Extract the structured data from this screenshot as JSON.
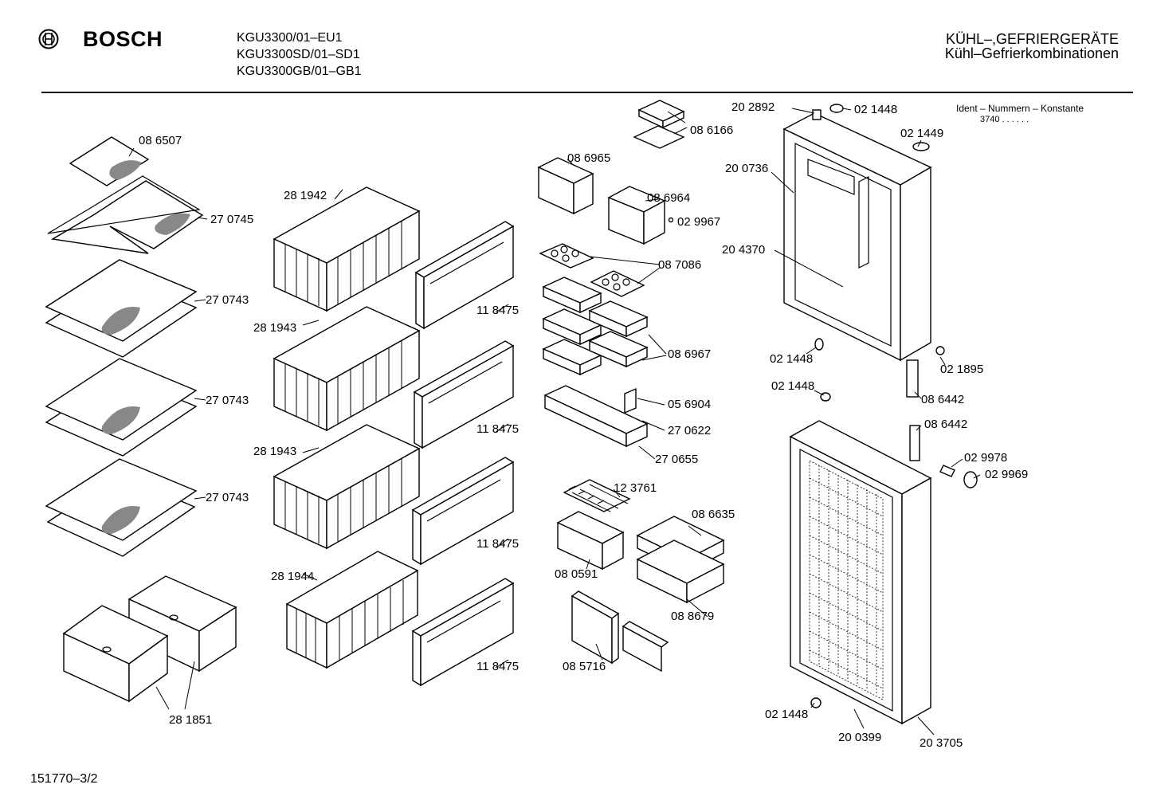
{
  "header": {
    "brand": "BOSCH",
    "models": [
      "KGU3300/01–EU1",
      "KGU3300SD/01–SD1",
      "KGU3300GB/01–GB1"
    ],
    "category_title": "KÜHL–,GEFRIERGERÄTE",
    "category_subtitle": "Kühl–Gefrierkombinationen",
    "ident_title": "Ident – Nummern – Konstante",
    "ident_value": "3740  .  .  .  .  .  ."
  },
  "footer": {
    "drawing_number": "151770–3/2"
  },
  "parts": [
    "08 6507",
    "27 0745",
    "27 0743",
    "27 0743",
    "27 0743",
    "28 1851",
    "28 1942",
    "28 1943",
    "28 1943",
    "28 1944",
    "11 8475",
    "11 8475",
    "11 8475",
    "11 8475",
    "08 6166",
    "08 6965",
    "08 6964",
    "02 9967",
    "08 7086",
    "08 6967",
    "05 6904",
    "27 0622",
    "27 0655",
    "12 3761",
    "08 0591",
    "08 6635",
    "08 8679",
    "08 5716",
    "20 2892",
    "02 1448",
    "02 1449",
    "20 0736",
    "20 4370",
    "02 1448",
    "02 1895",
    "08 6442",
    "02 1448",
    "08 6442",
    "02 9978",
    "02 9969",
    "02 1448",
    "20 0399",
    "20 3705"
  ]
}
